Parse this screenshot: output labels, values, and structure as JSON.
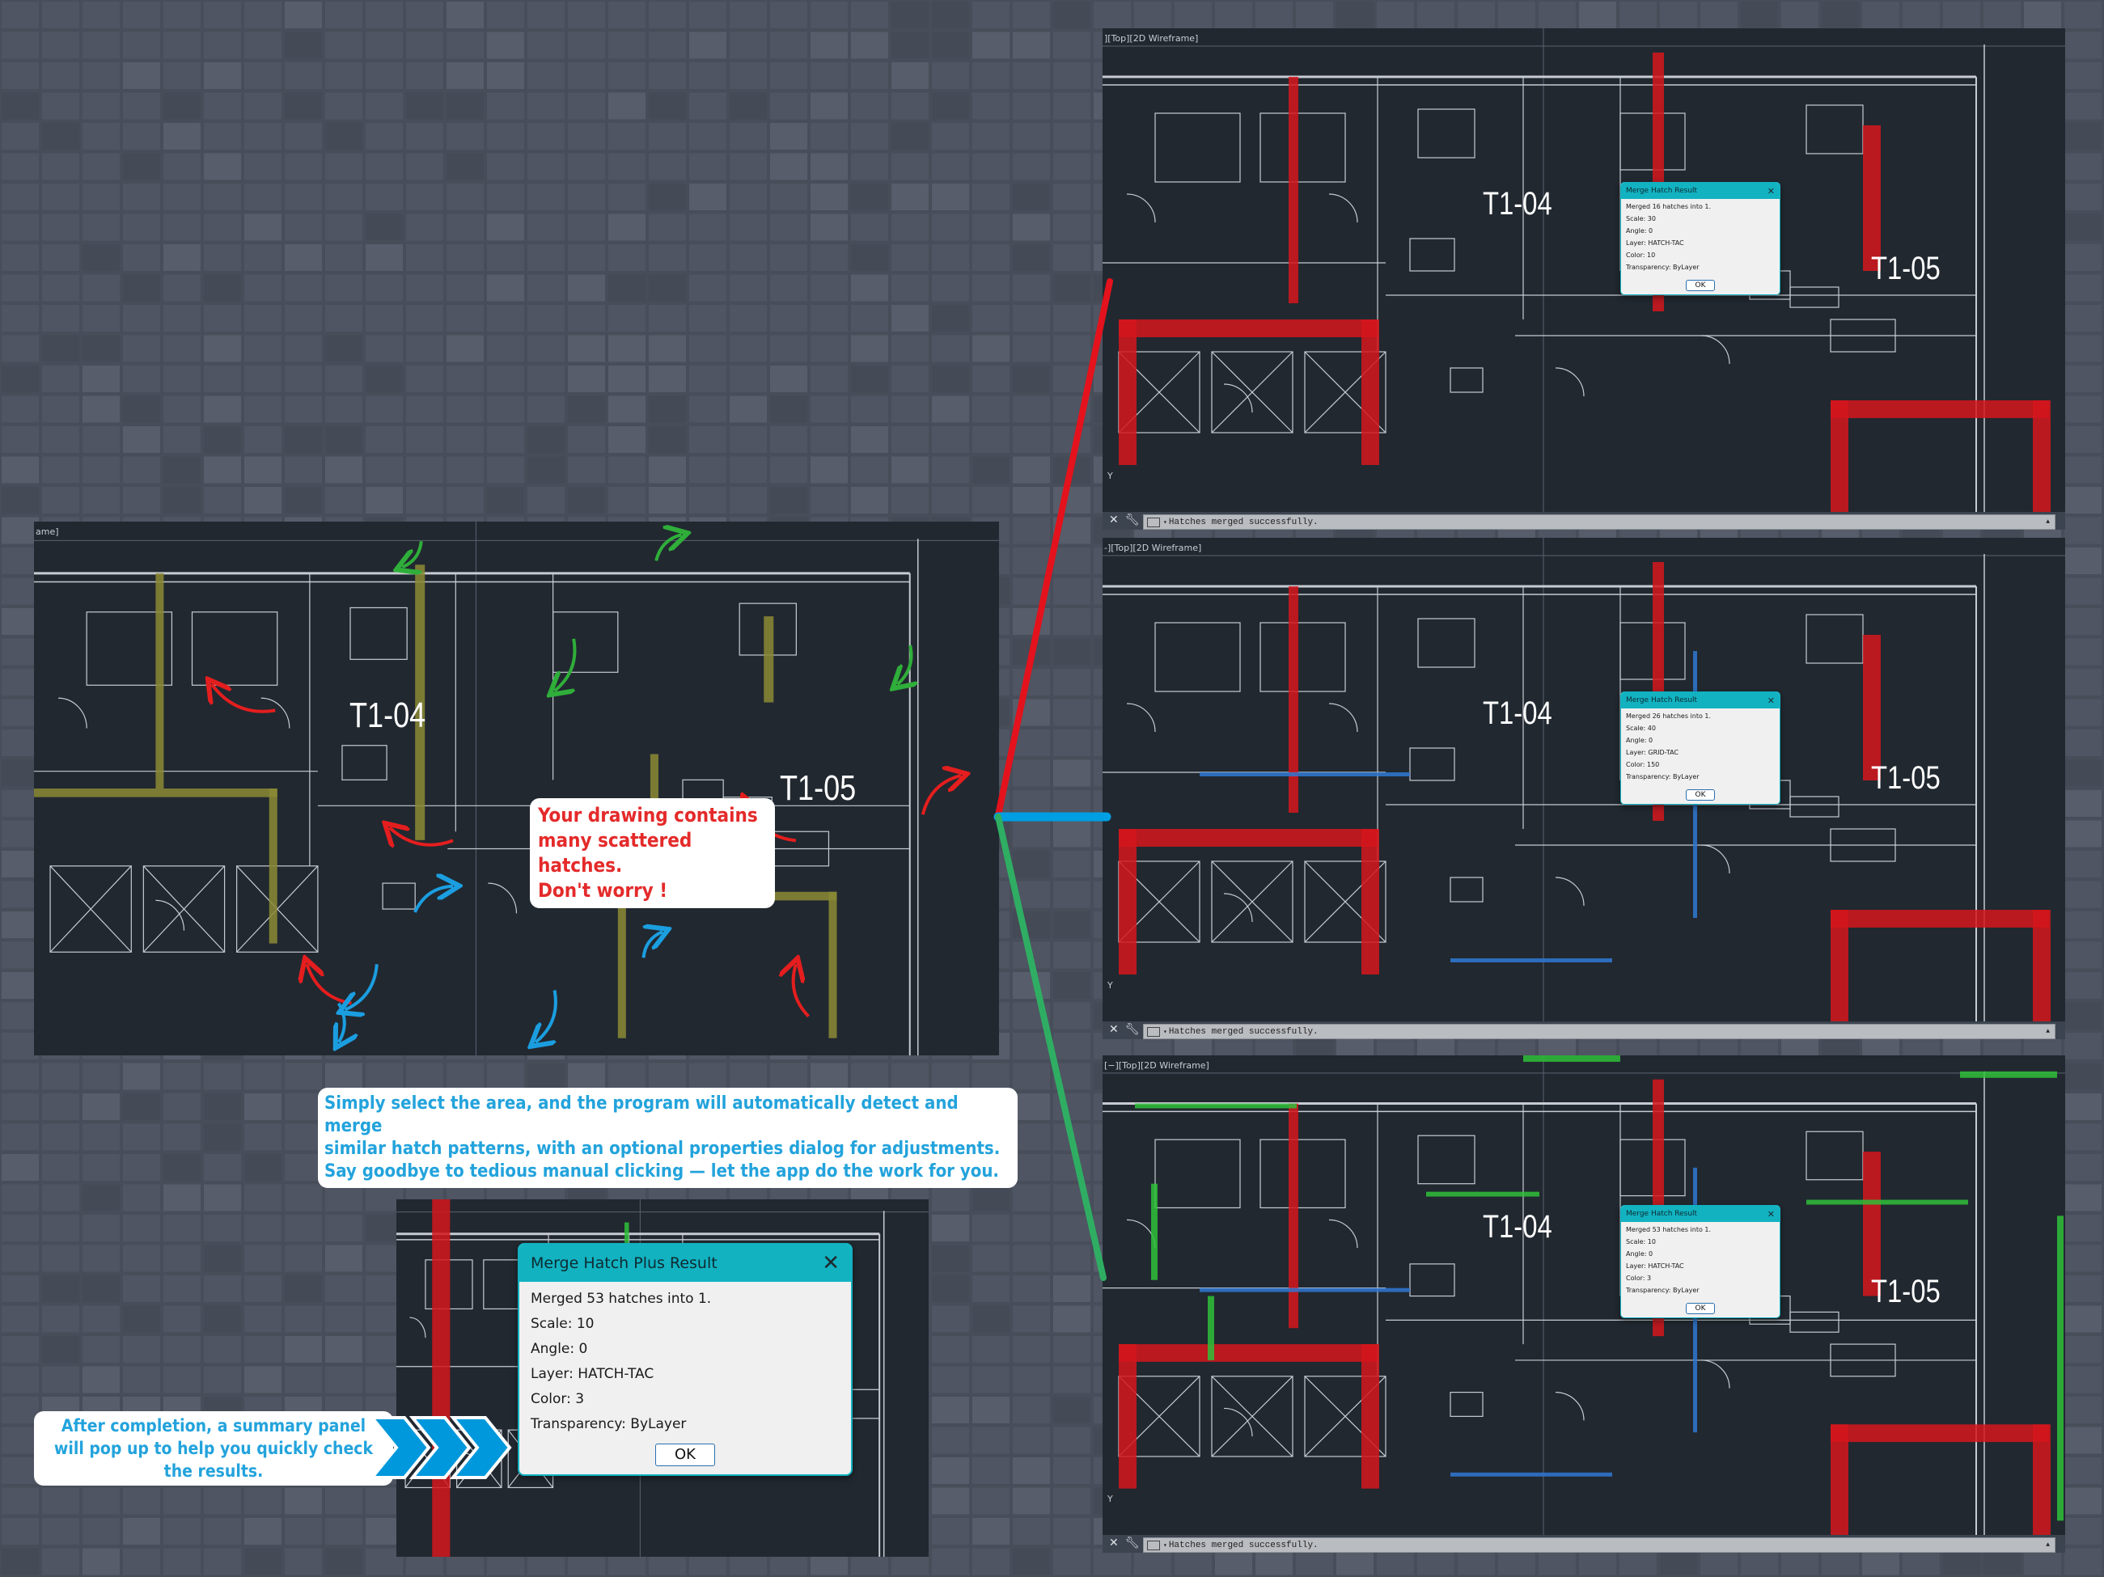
{
  "background": {
    "tile_colors": [
      "#4f5562",
      "#575d6a",
      "#444a56"
    ]
  },
  "colors": {
    "cad_bg": "#212830",
    "dialog_accent": "#12b2c1",
    "hatch_red": "#d3161c",
    "hatch_green": "#2fbf3a",
    "hatch_blue": "#2f78d2",
    "hatch_olive": "#8b8a35",
    "connector_red": "#e3121c",
    "connector_blue": "#009ee2",
    "connector_green": "#2fae63",
    "callout_red_text": "#e42a2a",
    "callout_blue_text": "#23a3dc"
  },
  "main_drawing": {
    "viewport_label": "ame]",
    "units": [
      "T1-04",
      "T1-05"
    ],
    "callout": {
      "lines": [
        "Your drawing contains",
        "many scattered hatches.",
        "Don't worry !"
      ]
    }
  },
  "description": {
    "lines": [
      "Simply select the area, and the program will automatically detect and merge",
      "similar hatch patterns, with an optional properties dialog for adjustments.",
      "Say goodbye to tedious manual clicking — let the app do the work for you."
    ]
  },
  "summary_callout": {
    "lines": [
      "After completion, a summary panel",
      "will pop up to help you quickly check",
      "the results."
    ]
  },
  "big_dialog": {
    "title": "Merge Hatch Plus Result",
    "close_icon": "close-icon",
    "lines": [
      "Merged 53 hatches into 1.",
      "Scale: 10",
      "Angle: 0",
      "Layer: HATCH-TAC",
      "Color: 3",
      "Transparency: ByLayer"
    ],
    "ok_label": "OK"
  },
  "panels": [
    {
      "viewport_label": "][Top][2D Wireframe]",
      "units": [
        "T1-04",
        "T1-05"
      ],
      "axis_label": "Y",
      "dialog": {
        "title": "Merge Hatch Result",
        "lines": [
          "Merged 16 hatches into 1.",
          "Scale: 30",
          "Angle: 0",
          "Layer: HATCH-TAC",
          "Color: 10",
          "Transparency: ByLayer"
        ],
        "ok_label": "OK"
      },
      "command_line": "Hatches merged successfully.",
      "hatch_color": "#d3161c"
    },
    {
      "viewport_label": "-][Top][2D Wireframe]",
      "units": [
        "T1-04",
        "T1-05"
      ],
      "axis_label": "Y",
      "dialog": {
        "title": "Merge Hatch Result",
        "lines": [
          "Merged 26 hatches into 1.",
          "Scale: 40",
          "Angle: 0",
          "Layer: GRID-TAC",
          "Color: 150",
          "Transparency: ByLayer"
        ],
        "ok_label": "OK"
      },
      "command_line": "Hatches merged successfully.",
      "hatch_color": "#2f78d2"
    },
    {
      "viewport_label": "[−][Top][2D Wireframe]",
      "units": [
        "T1-04",
        "T1-05"
      ],
      "axis_label": "Y",
      "dialog": {
        "title": "Merge Hatch Result",
        "lines": [
          "Merged 53 hatches into 1.",
          "Scale: 10",
          "Angle: 0",
          "Layer: HATCH-TAC",
          "Color: 3",
          "Transparency: ByLayer"
        ],
        "ok_label": "OK"
      },
      "command_line": "Hatches merged successfully.",
      "hatch_color": "#2fbf3a"
    }
  ]
}
